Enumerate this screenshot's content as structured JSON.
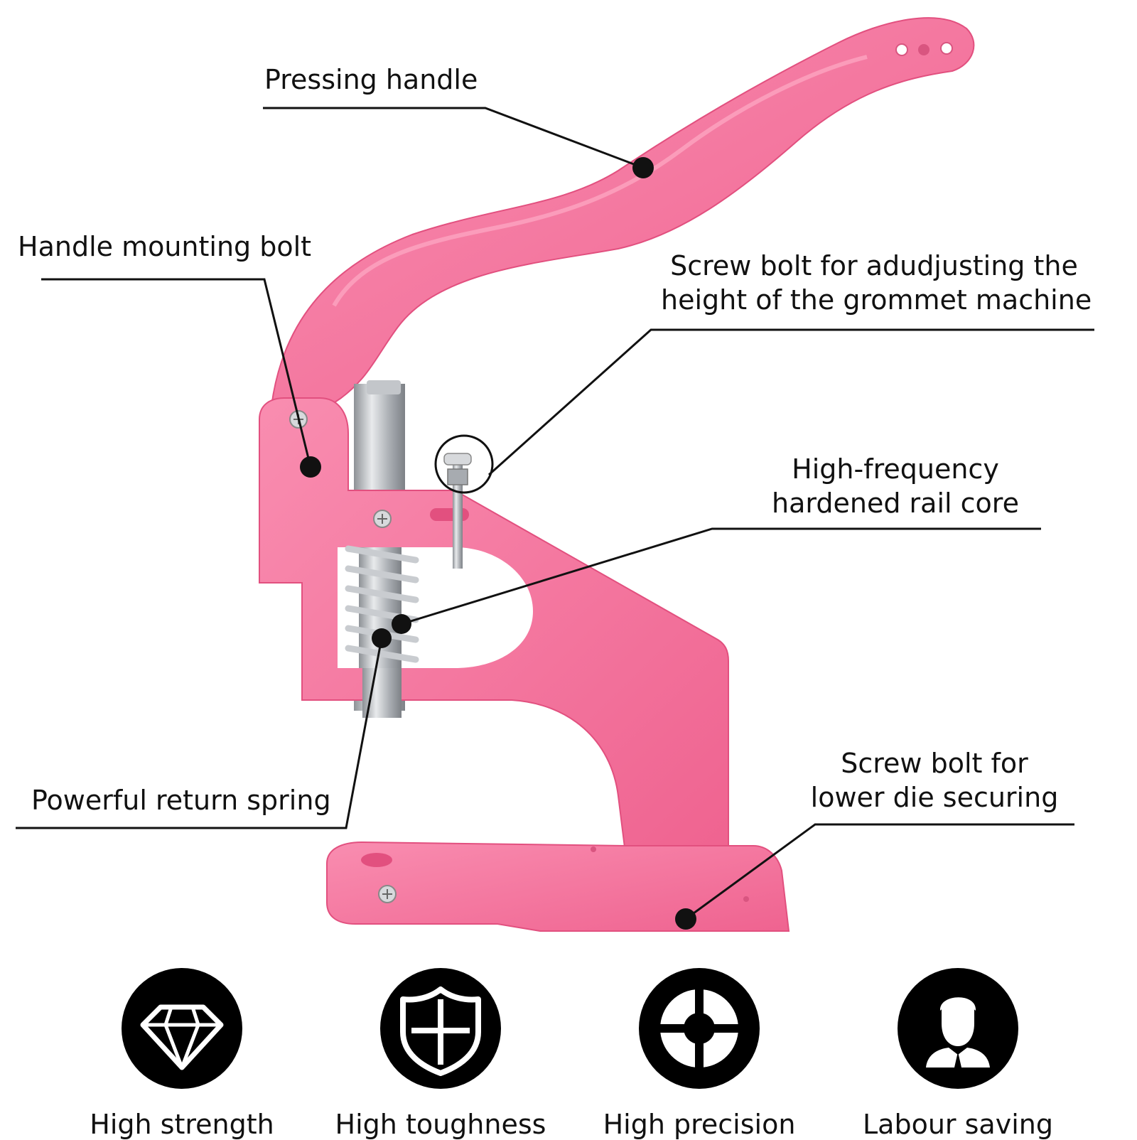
{
  "callouts": {
    "pressing_handle": "Pressing handle",
    "handle_mounting_bolt": "Handle mounting bolt",
    "height_screw_line1": "Screw bolt for adudjusting the",
    "height_screw_line2": "height of the grommet machine",
    "rail_core_line1": "High-frequency",
    "rail_core_line2": "hardened rail core",
    "return_spring": "Powerful return spring",
    "lower_die_line1": "Screw bolt for",
    "lower_die_line2": "lower die securing"
  },
  "features": [
    {
      "label": "High strength",
      "icon": "diamond-icon"
    },
    {
      "label": "High toughness",
      "icon": "shield-icon"
    },
    {
      "label": "High precision",
      "icon": "target-icon"
    },
    {
      "label": "Labour saving",
      "icon": "person-icon"
    }
  ],
  "colors": {
    "machine_pink": "#f4729a",
    "machine_shadow": "#d95580",
    "steel": "#b9bcc0",
    "line": "#111111"
  }
}
